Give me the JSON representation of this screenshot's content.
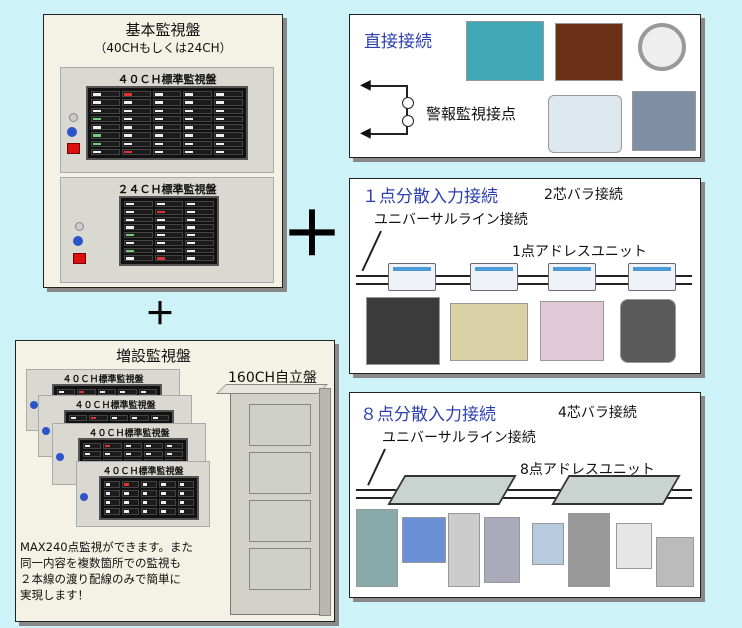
{
  "basic_panel": {
    "title": "基本監視盤",
    "subtitle": "（40CHもしくは24CH）",
    "board_40": "４０ＣＨ標準監視盤",
    "board_24": "２４ＣＨ標準監視盤"
  },
  "plus_big": "＋",
  "plus_small": "＋",
  "extension_panel": {
    "title": "増設監視盤",
    "freestanding": "160CH自立盤",
    "boards": [
      "４０ＣＨ標準監視盤",
      "４０ＣＨ標準監視盤",
      "４０ＣＨ標準監視盤",
      "４０ＣＨ標準監視盤"
    ],
    "note_lines": [
      "MAX240点監視ができます。また",
      "同一内容を複数箇所での監視も",
      "２本線の渡り配線のみで簡単に",
      "実現します！"
    ]
  },
  "direct": {
    "title": "直接接続",
    "contact": "警報監視接点"
  },
  "one_point": {
    "title": "１点分散入力接続",
    "wire": "2芯バラ接続",
    "line": "ユニバーサルライン接続",
    "unit": "1点アドレスユニット"
  },
  "eight_point": {
    "title": "８点分散入力接続",
    "wire": "4芯バラ接続",
    "line": "ユニバーサルライン接続",
    "unit": "8点アドレスユニット"
  },
  "colors": {
    "background": "#cdf3f8",
    "heading_blue": "#2b3fb0",
    "alarm_red": "#d11111"
  }
}
